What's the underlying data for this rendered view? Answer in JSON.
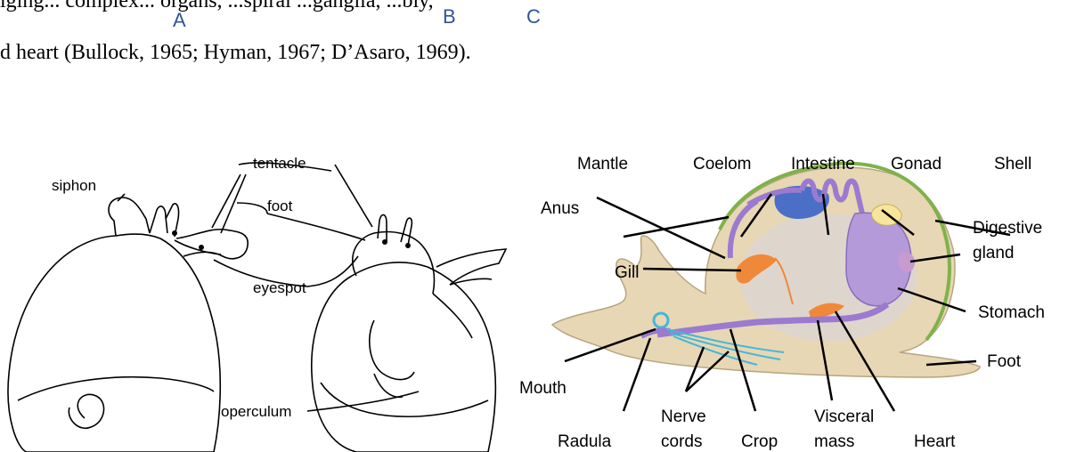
{
  "text_top": "lging... complex... organs, ...spiral ...ganglia, ...bly,",
  "text_line2": "d heart (Bullock, 1965; Hyman, 1967; D’Asaro, 1969).",
  "panel_labels": [
    "A",
    "B",
    "C"
  ],
  "sketch_labels": {
    "siphon": "siphon",
    "tentacle": "tentacle",
    "foot": "foot",
    "eyespot": "eyespot",
    "operculum": "operculum"
  },
  "anatomy_labels": {
    "mantle": "Mantle",
    "coelom": "Coelom",
    "intestine": "Intestine",
    "gonad": "Gonad",
    "shell": "Shell",
    "anus": "Anus",
    "digestive_gland_1": "Digestive",
    "digestive_gland_2": "gland",
    "gill": "Gill",
    "stomach": "Stomach",
    "foot": "Foot",
    "mouth": "Mouth",
    "radula": "Radula",
    "nerve_1": "Nerve",
    "nerve_2": "cords",
    "crop": "Crop",
    "visceral_1": "Visceral",
    "visceral_2": "mass",
    "heart": "Heart"
  },
  "colors": {
    "panel_label": "#2f5597",
    "body": "#e7d7b4",
    "shell_band": "#7fb24a",
    "organ_purple": "#9b7ad0",
    "coelom_blue": "#4b6fc6",
    "gill_orange": "#f0883a",
    "gonad_yellow": "#f6e59a",
    "nerve_cyan": "#45b7d6"
  }
}
